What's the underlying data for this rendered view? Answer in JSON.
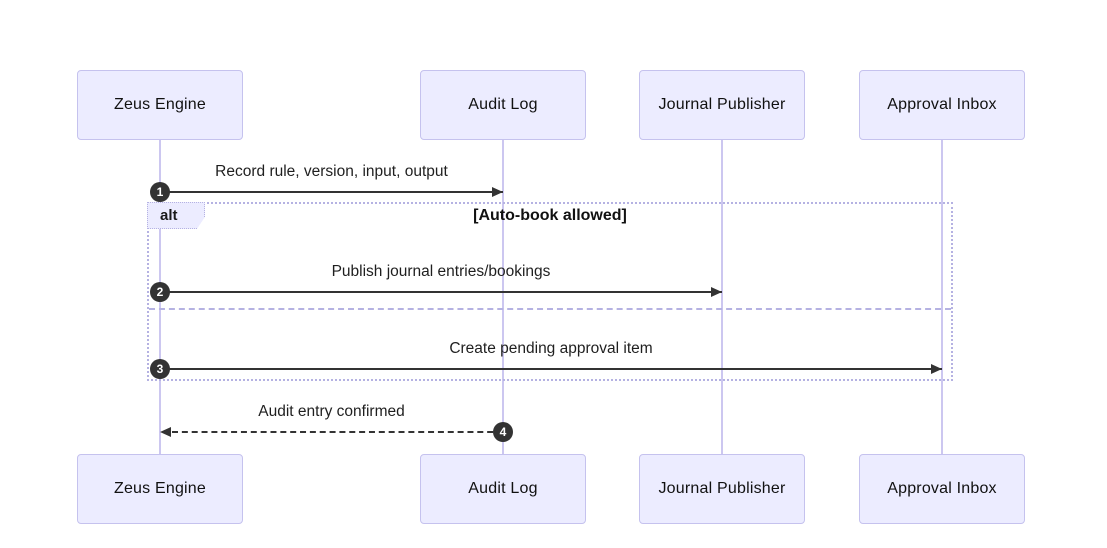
{
  "diagram": {
    "type": "sequence-diagram",
    "actors": [
      {
        "name": "Zeus Engine"
      },
      {
        "name": "Audit Log"
      },
      {
        "name": "Journal Publisher"
      },
      {
        "name": "Approval Inbox"
      }
    ],
    "messages": [
      {
        "seq": "1",
        "from": "Zeus Engine",
        "to": "Audit Log",
        "label": "Record rule, version, input, output",
        "line_style": "solid",
        "direction": "right"
      },
      {
        "seq": "2",
        "from": "Zeus Engine",
        "to": "Journal Publisher",
        "label": "Publish journal entries/bookings",
        "line_style": "solid",
        "direction": "right"
      },
      {
        "seq": "3",
        "from": "Zeus Engine",
        "to": "Approval Inbox",
        "label": "Create pending approval item",
        "line_style": "solid",
        "direction": "right"
      },
      {
        "seq": "4",
        "from": "Audit Log",
        "to": "Zeus Engine",
        "label": "Audit entry confirmed",
        "line_style": "dashed",
        "direction": "left"
      }
    ],
    "alt_frame": {
      "label": "alt",
      "condition": "[Auto-book allowed]"
    },
    "colors": {
      "background": "#ffffff",
      "actor_fill": "#ECECFF",
      "actor_border": "#c5c2ee",
      "lifeline": "#ccc7f0",
      "frame_border": "#b5b2e2",
      "arrow": "#333333",
      "seq_badge_fill": "#333333",
      "seq_badge_text": "#ffffff",
      "text": "#111111"
    }
  }
}
